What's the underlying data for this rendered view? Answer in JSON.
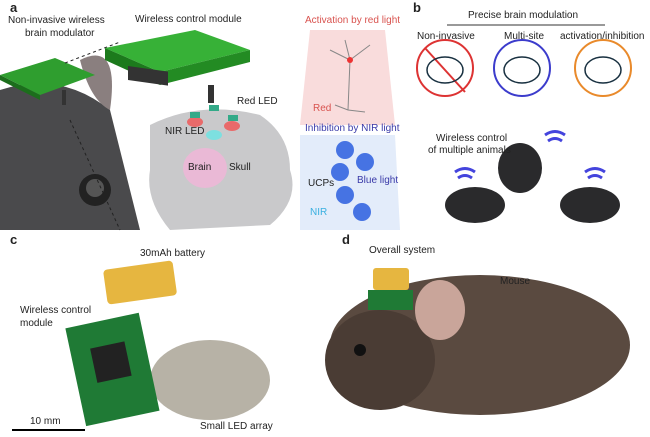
{
  "panel_a": {
    "letter": "a",
    "modulator_label_1": "Non-invasive wireless",
    "modulator_label_2": "brain modulator",
    "module_label": "Wireless control module",
    "red_led": "Red LED",
    "nir_led": "NIR LED",
    "brain": "Brain",
    "skull": "Skull",
    "activation": "Activation by red light",
    "red": "Red",
    "inhibition": "Inhibition by NIR light",
    "ucps": "UCPs",
    "blue_light": "Blue light",
    "nir": "NIR"
  },
  "panel_b": {
    "letter": "b",
    "title": "Precise brain modulation",
    "items": [
      "Non-invasive",
      "Multi-site",
      "activation/inhibition"
    ],
    "wireless_1": "Wireless control",
    "wireless_2": "of multiple animals"
  },
  "panel_c": {
    "letter": "c",
    "battery": "30mAh battery",
    "module_1": "Wireless control",
    "module_2": "module",
    "scale": "10 mm",
    "led_array": "Small LED array"
  },
  "panel_d": {
    "letter": "d",
    "overall": "Overall system",
    "mouse": "Mouse"
  }
}
